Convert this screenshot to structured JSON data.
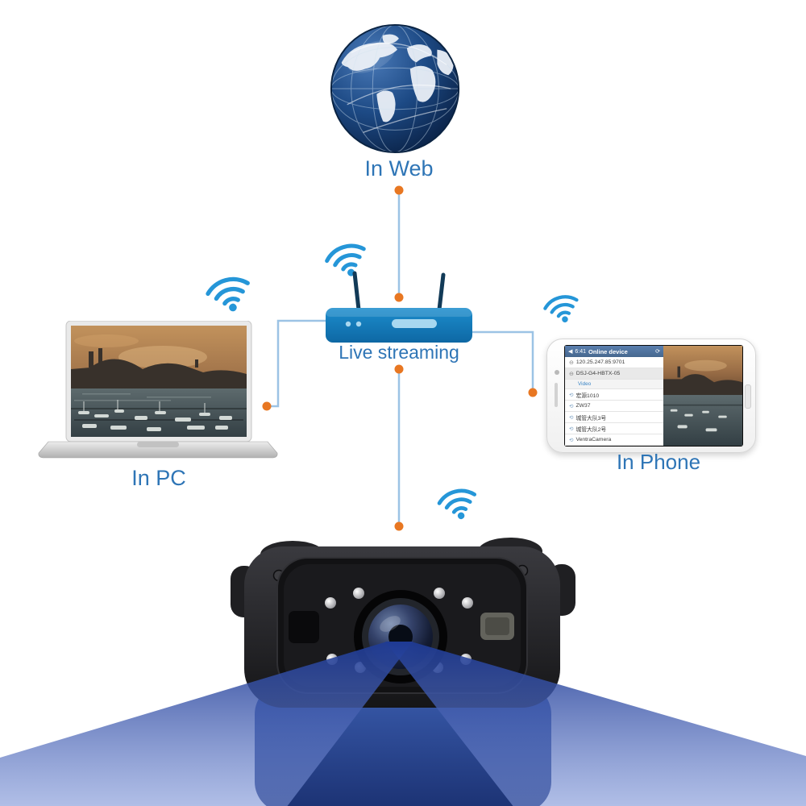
{
  "title": "Live streaming connectivity diagram",
  "colors": {
    "label_text": "#2e75b6",
    "connector_line": "#9cc3e5",
    "node_dot": "#e87722",
    "wifi_blue": "#2596d8",
    "router_blue": "#1486c6",
    "camera_body_blue": "#2c4d97",
    "beam_blue": "#3a5cb0"
  },
  "nodes": {
    "web": {
      "label": "In Web",
      "icon": "globe-icon"
    },
    "router": {
      "label": "Live streaming",
      "icon": "router-icon"
    },
    "pc": {
      "label": "In PC",
      "icon": "laptop-icon"
    },
    "phone": {
      "label": "In Phone",
      "icon": "smartphone-icon"
    },
    "camera": {
      "icon": "body-camera-icon"
    }
  },
  "icons": {
    "back": "◀",
    "refresh": "⟳",
    "minus": "⊖",
    "device": "⟲"
  },
  "phone_app": {
    "status_time": "6:41",
    "header_title": "Online device",
    "server_address": "120.25.247.85:9701",
    "device_group": "DSJ-G4-HBTX-05",
    "section_label": "Video",
    "devices": [
      "宏源1010",
      "ZW37",
      "城管大队3号",
      "城管大队2号",
      "VentraCamera"
    ]
  }
}
